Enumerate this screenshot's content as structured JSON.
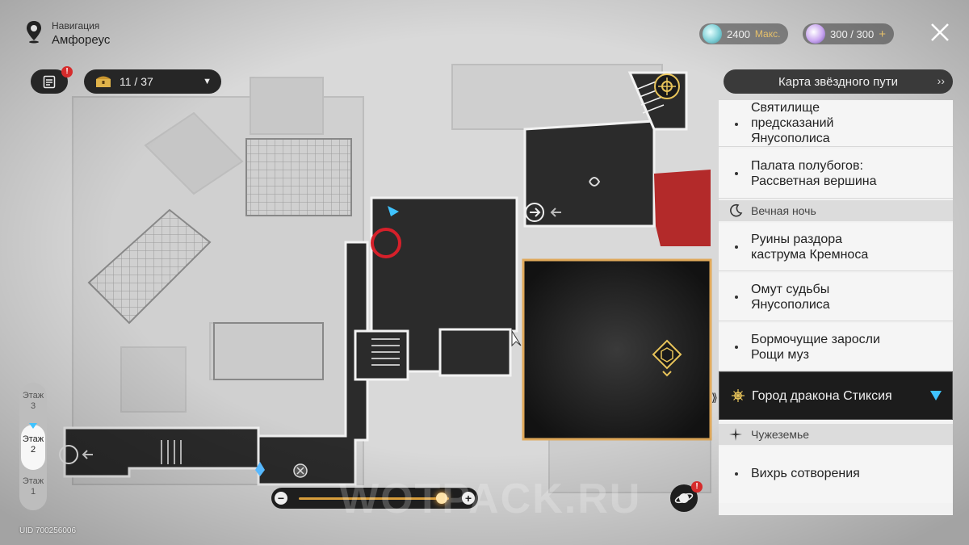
{
  "navigation": {
    "title": "Навигация",
    "region": "Амфореус"
  },
  "currencies": [
    {
      "value": "2400",
      "suffix": "Макс.",
      "icon": "stellar-jade-icon",
      "color": "#8ed8d8"
    },
    {
      "value": "300 / 300",
      "suffix": "+",
      "icon": "trailblaze-power-icon",
      "color": "#c9a6f0"
    }
  ],
  "missions": {
    "badge": "!"
  },
  "chests": {
    "count": "11 / 37"
  },
  "panel": {
    "title": "Карта звёздного пути",
    "items": [
      {
        "type": "item",
        "label": "Святилище\nпредсказаний\nЯнусополиса"
      },
      {
        "type": "item",
        "label": "Палата полубогов:\nРассветная вершина"
      },
      {
        "type": "category",
        "label": "Вечная ночь",
        "icon": "crescent-moon-icon"
      },
      {
        "type": "item",
        "label": "Руины раздора\nкаструма Кремноса"
      },
      {
        "type": "item",
        "label": "Омут судьбы\nЯнусополиса"
      },
      {
        "type": "item",
        "label": "Бормочущие заросли\nРощи муз"
      },
      {
        "type": "selected",
        "label": "Город дракона Стиксия"
      },
      {
        "type": "category",
        "label": "Чужеземье",
        "icon": "star-burst-icon"
      },
      {
        "type": "item",
        "label": "Вихрь сотворения"
      }
    ]
  },
  "floors": [
    {
      "label": "Этаж\n3"
    },
    {
      "label": "Этаж\n2",
      "active": true
    },
    {
      "label": "Этаж\n1"
    }
  ],
  "zoom": {
    "minus": "−",
    "plus": "+",
    "level": 0.95
  },
  "planet_badge": "!",
  "uid": "UID 700256006",
  "watermark": "WOTPACK.RU",
  "colors": {
    "accent": "#d89e3c",
    "panel_dark": "#1c1c1c",
    "marker_red": "#d6202a",
    "teleport_gold": "#e7c35a"
  }
}
